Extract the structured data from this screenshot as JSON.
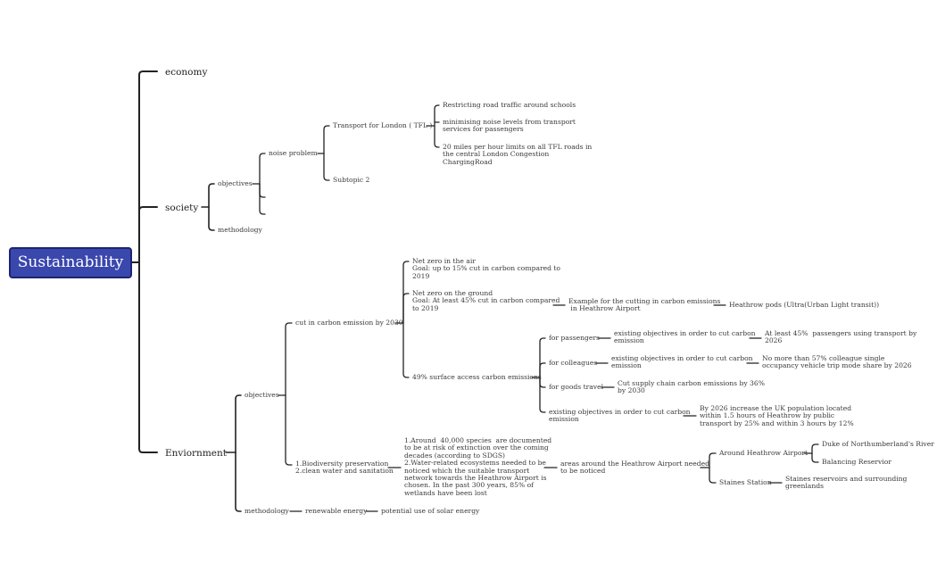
{
  "root": "Sustainability",
  "economy": "economy",
  "society": {
    "label": "society",
    "objectives": "objectives",
    "noise_problem": "noise problem",
    "tfl": "Transport for London ( TFL )",
    "tfl_items": [
      "Restricting road traffic around schools",
      "minimising noise levels from transport\nservices for passengers",
      "20 miles per hour limits on all TFL roads in\nthe central London Congestion\nChargingRoad"
    ],
    "subtopic2": "Subtopic 2",
    "methodology": "methodology"
  },
  "environment": {
    "label": "Enviornment",
    "objectives": "objectives",
    "cut_carbon": "cut in carbon emission by 2030",
    "net_zero_air": "Net zero in the air\nGoal: up to 15% cut in carbon compared to\n2019",
    "net_zero_ground": "Net zero on the ground\nGoal: At least 45% cut in carbon compared\nto 2019",
    "example": "Example for the cutting in carbon emissions\n in Heathrow Airport",
    "pods": "Heathrow pods (Ultra(Urban Light transit))",
    "surface_access": "49% surface access carbon emissions",
    "passengers": "for passengers",
    "passengers_obj": "existing objectives in order to cut carbon\nemission",
    "passengers_target": "At least 45%  passengers using transport by\n2026",
    "colleagues": "for colleagues",
    "colleagues_obj": "existing objectives in order to cut carbon\nemission",
    "colleagues_target": "No more than 57% colleague single\noccupancy vehicle trip mode share by 2026",
    "goods": "for goods travel",
    "goods_target": "Cut supply chain carbon emissions by 36%\nby 2030",
    "existing_obj": "existing objectives in order to cut carbon\nemission",
    "existing_target": "By 2026 increase the UK population located\nwithin 1.5 hours of Heathrow by public\ntransport by 25% and within 3 hours by 12%",
    "biodiversity": "1.Biodiversity preservation\n2.clean water and sanitation",
    "bio_detail": "1.Around  40,000 species  are documented\nto be at risk of extinction over the coming\ndecades (according to SDGS)\n2.Water-related ecosystems needed to be\nnoticed which the suitable transport\nnetwork towards the Heathrow Airport is\nchosen. In the past 300 years, 85% of\nwetlands have been lost",
    "areas": "areas around the Heathrow Airport needed\nto be noticed",
    "around_heathrow": "Around Heathrow Airport",
    "duke": "Duke of Northumberland's River",
    "balancing": "Balancing Reservior",
    "staines": "Staines Station",
    "staines_res": "Staines reservoirs and surrounding\ngreenlands",
    "methodology": "methodology",
    "renewable": "renewable energy",
    "solar": "potential use of solar energy"
  },
  "colors": {
    "root_fill": "#3a47ad",
    "root_border": "#1d2570",
    "line": "#222222"
  }
}
